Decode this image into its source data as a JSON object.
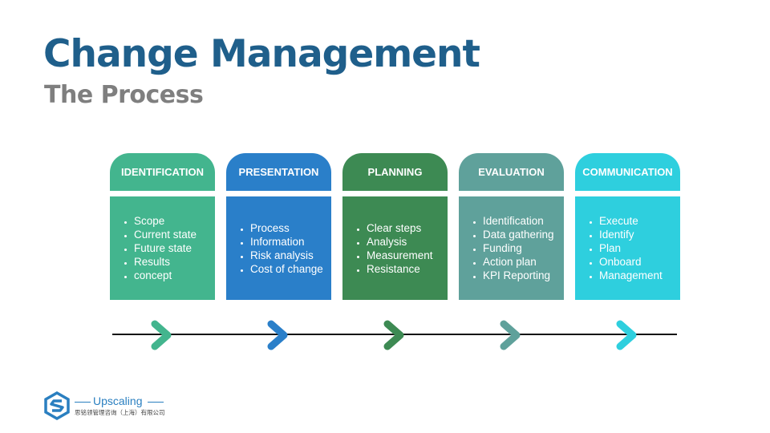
{
  "header": {
    "title": "Change Management",
    "subtitle": "The Process"
  },
  "steps": [
    {
      "title": "IDENTIFICATION",
      "color": "#43b58e",
      "items": [
        "Scope",
        "Current state",
        "Future state",
        "Results",
        "concept"
      ]
    },
    {
      "title": "PRESENTATION",
      "color": "#2a7fc9",
      "items": [
        "Process",
        "Information",
        "Risk analysis",
        "Cost of change"
      ]
    },
    {
      "title": "PLANNING",
      "color": "#3d8a53",
      "items": [
        "Clear steps",
        "Analysis",
        "Measurement",
        "Resistance"
      ]
    },
    {
      "title": "EVALUATION",
      "color": "#5fa19b",
      "items": [
        "Identification",
        "Data gathering",
        "Funding",
        "Action plan",
        "KPI Reporting"
      ]
    },
    {
      "title": "COMMUNICATION",
      "color": "#2ecfde",
      "items": [
        "Execute",
        "Identify",
        "Plan",
        "Onboard",
        "Management"
      ]
    }
  ],
  "brand": {
    "name": "Upscaling",
    "tagline": "思铭领管理咨询（上海）有限公司",
    "color": "#2a7fc0"
  }
}
